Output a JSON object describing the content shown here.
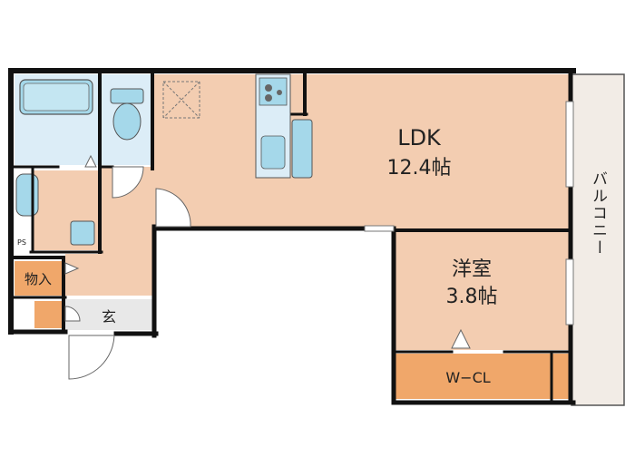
{
  "rooms": {
    "ldk": {
      "name": "LDK",
      "size": "12.4帖"
    },
    "western": {
      "name": "洋室",
      "size": "3.8帖"
    },
    "walk_in_closet": {
      "name": "W−CL"
    },
    "storage": {
      "name": "物入"
    },
    "entrance": {
      "name": "玄"
    },
    "balcony": {
      "name": "バルコニー"
    },
    "small_mark": {
      "name": "PS"
    }
  },
  "colors": {
    "floor": "#f3cdb1",
    "wet_area": "#dcedf7",
    "fixture": "#a5d8ea",
    "closet": "#f0a76a",
    "balcony": "#f2ece6",
    "entry": "#e8e8e8",
    "wall": "#111111"
  }
}
